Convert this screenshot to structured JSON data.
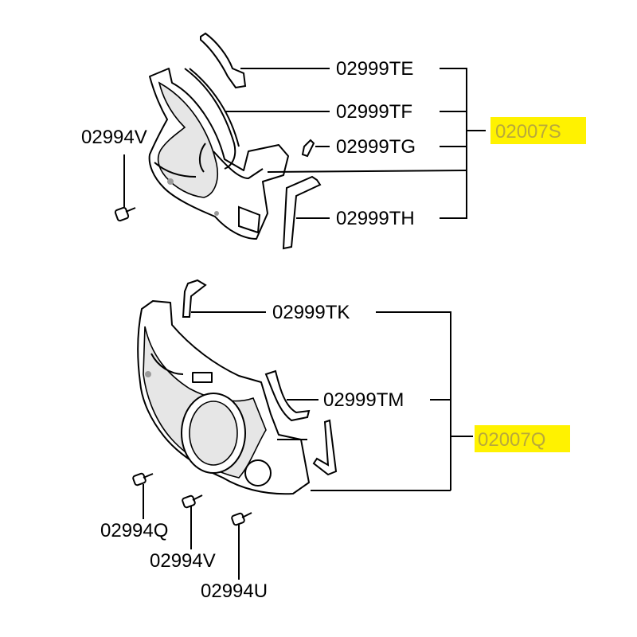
{
  "colors": {
    "highlight": "#fff200",
    "highlight_text": "#b9a93a",
    "line": "#000000",
    "background": "#ffffff"
  },
  "upper": {
    "assembly": "02007S",
    "parts": {
      "te": "02999TE",
      "tf": "02999TF",
      "tg": "02999TG",
      "th": "02999TH",
      "bolt": "02994V"
    }
  },
  "lower": {
    "assembly": "02007Q",
    "parts": {
      "tk": "02999TK",
      "tm": "02999TM",
      "bolt_q": "02994Q",
      "bolt_v": "02994V",
      "bolt_u": "02994U"
    }
  }
}
